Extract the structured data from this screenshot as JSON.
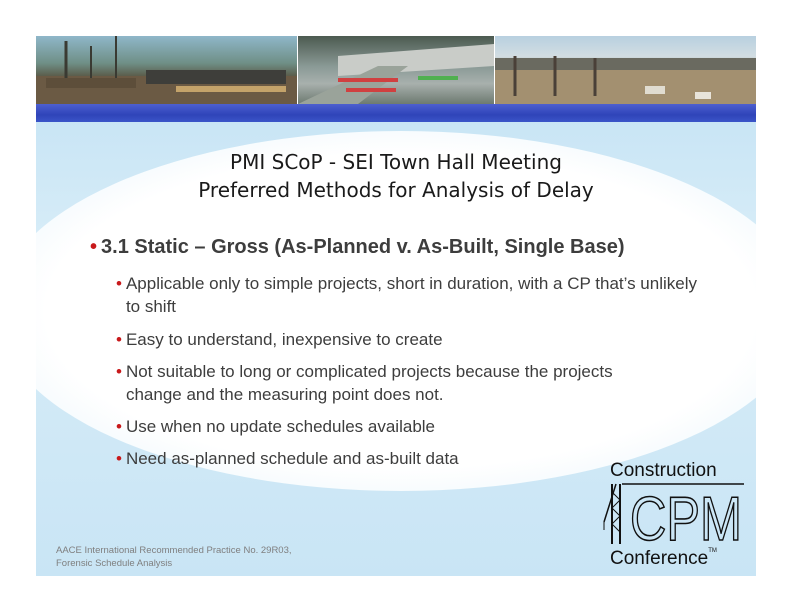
{
  "title": {
    "line1": "PMI SCoP - SEI Town Hall Meeting",
    "line2": "Preferred Methods for Analysis of Delay"
  },
  "main_bullet": "3.1 Static – Gross (As-Planned v. As-Built, Single Base)",
  "sub_bullets": [
    "Applicable only to simple projects, short in duration, with a CP that’s unlikely to shift",
    "Easy to understand, inexpensive to create",
    "Not suitable to long or complicated projects because the projects change and the measuring point does not.",
    "Use when no update schedules available",
    "Need as-planned schedule and as-built data"
  ],
  "footer": {
    "line1": "AACE International Recommended Practice No. 29R03,",
    "line2": "Forensic Schedule Analysis"
  },
  "logo": {
    "top": "Construction",
    "middle": "CPM",
    "bottom": "Conference",
    "tm": "TM"
  },
  "colors": {
    "bullet": "#c8191b",
    "bar": "#2f44b9",
    "text": "#3d3d3d"
  }
}
